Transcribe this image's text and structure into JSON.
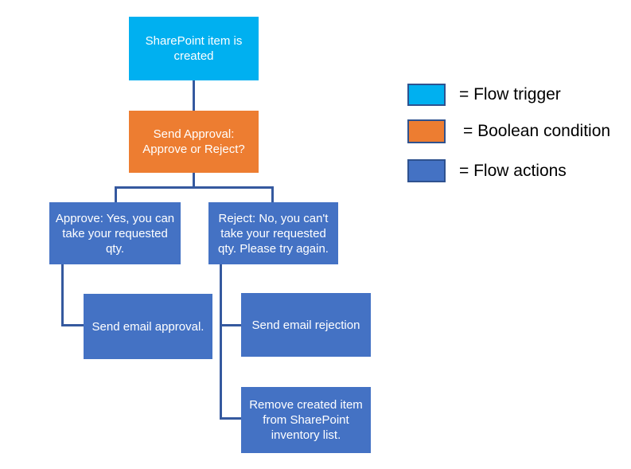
{
  "diagram": {
    "nodes": {
      "trigger": {
        "label": "SharePoint item is\ncreated",
        "type": "Flow trigger",
        "color": "#00B0F0"
      },
      "condition": {
        "label": "Send Approval:\nApprove or Reject?",
        "type": "Boolean condition",
        "color": "#ED7D31"
      },
      "approve": {
        "label": "Approve: Yes, you can\ntake your requested\nqty.",
        "type": "Flow action",
        "color": "#4472C4"
      },
      "reject": {
        "label": "Reject: No, you can't\ntake your requested\nqty. Please try again.",
        "type": "Flow action",
        "color": "#4472C4"
      },
      "email_approval": {
        "label": "Send email approval.",
        "type": "Flow action",
        "color": "#4472C4"
      },
      "email_rejection": {
        "label": "Send email rejection",
        "type": "Flow action",
        "color": "#4472C4"
      },
      "remove_item": {
        "label": "Remove created item\nfrom SharePoint\ninventory list.",
        "type": "Flow action",
        "color": "#4472C4"
      }
    },
    "edges": [
      {
        "from": "trigger",
        "to": "condition"
      },
      {
        "from": "condition",
        "to": "approve"
      },
      {
        "from": "condition",
        "to": "reject"
      },
      {
        "from": "approve",
        "to": "email_approval"
      },
      {
        "from": "reject",
        "to": "email_rejection"
      },
      {
        "from": "reject",
        "to": "remove_item"
      }
    ]
  },
  "legend": {
    "items": [
      {
        "label": "= Flow trigger",
        "swatch_color": "#00B0F0"
      },
      {
        "label": "= Boolean condition",
        "swatch_color": "#ED7D31"
      },
      {
        "label": "= Flow actions",
        "swatch_color": "#4472C4"
      }
    ]
  },
  "colors": {
    "background": "#FFFFFF",
    "connector": "#35599F",
    "swatch_border": "#2F528F",
    "node_text": "#FFFFFF",
    "legend_text": "#000000"
  }
}
